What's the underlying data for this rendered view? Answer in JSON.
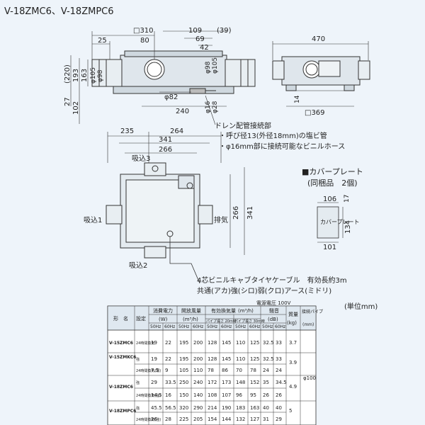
{
  "title": "V-18ZMC6、V-18ZMPC6",
  "top_view": {
    "dims": [
      "□310",
      "109",
      "(39)",
      "25",
      "80",
      "69",
      "42",
      "φ105",
      "φ98",
      "(220)",
      "193",
      "163",
      "φ105",
      "φ98",
      "27",
      "102",
      "φ82",
      "240",
      "φ16",
      "φ28",
      "470",
      "14",
      "□369"
    ]
  },
  "drain_notes": [
    "ドレン配管接続部",
    "・呼び径13(外径18mm)の塩ビ管",
    "・φ16mm部に接続可能なビニルホース"
  ],
  "plan_view": {
    "dims": [
      "235",
      "264",
      "341",
      "266",
      "266",
      "341"
    ],
    "labels": [
      "吸込3",
      "吸込1",
      "排気",
      "吸込2"
    ],
    "cable_note": "4芯ビニルキャブタイヤケーブル　有効長約3m",
    "cable_colors": "共通(アカ)強(シロ)弱(クロ)アース(ミドリ)"
  },
  "cover": {
    "title": "■カバープレート",
    "subtitle": "(同梱品　2個)",
    "dims": [
      "106",
      "17",
      "134",
      "101"
    ],
    "label": "カバープレート"
  },
  "unit": "(単位mm)",
  "table": {
    "power_note": "電源電圧 100V",
    "headers": {
      "model": "形　名",
      "setting": "設定",
      "power": "消費電力",
      "power_unit": "(W)",
      "airflow": "開放風量",
      "airflow_unit": "(m³/h)",
      "effective": "有効換気量",
      "effective_unit": "(m³/h)",
      "pipe20": "パイプ長さ 20m時",
      "pipe30": "パイプ長さ 30m時",
      "noise": "騒音",
      "noise_unit": "(dB)",
      "mass": "質量",
      "mass_unit": "(kg)",
      "pipe": "接続パイプ",
      "pipe_unit": "(mm)",
      "hz50": "50Hz",
      "hz60": "60Hz"
    },
    "pipe_value": "φ100",
    "rows": [
      {
        "model": "V-15ZMC6",
        "setting": "24時間換気",
        "values": [
          "19",
          "22",
          "195",
          "200",
          "128",
          "145",
          "110",
          "125",
          "32.5",
          "33"
        ],
        "mass": "3.7"
      },
      {
        "model": "V-15ZMKC6",
        "setting": "強",
        "values": [
          "19",
          "22",
          "195",
          "200",
          "128",
          "145",
          "110",
          "125",
          "32.5",
          "33"
        ],
        "mass": "3.9"
      },
      {
        "model": "",
        "setting": "24時間換気(弱)",
        "values": [
          "7.5",
          "9",
          "105",
          "110",
          "78",
          "86",
          "70",
          "78",
          "24",
          "24"
        ],
        "mass": ""
      },
      {
        "model": "V-18ZMC6",
        "setting": "強",
        "values": [
          "29",
          "33.5",
          "250",
          "240",
          "172",
          "173",
          "148",
          "152",
          "35",
          "34.5"
        ],
        "mass": "4.9"
      },
      {
        "model": "",
        "setting": "24時間換気(強)",
        "values": [
          "14.5",
          "16",
          "150",
          "140",
          "108",
          "107",
          "96",
          "95",
          "26",
          "26"
        ],
        "mass": ""
      },
      {
        "model": "V-18ZMPC6",
        "setting": "強",
        "values": [
          "45.5",
          "56.5",
          "320",
          "290",
          "214",
          "190",
          "183",
          "163",
          "40",
          "40"
        ],
        "mass": "5"
      },
      {
        "model": "",
        "setting": "24時間換気(強)",
        "values": [
          "26",
          "28",
          "225",
          "205",
          "154",
          "144",
          "132",
          "127",
          "31",
          "29"
        ],
        "mass": ""
      }
    ]
  }
}
